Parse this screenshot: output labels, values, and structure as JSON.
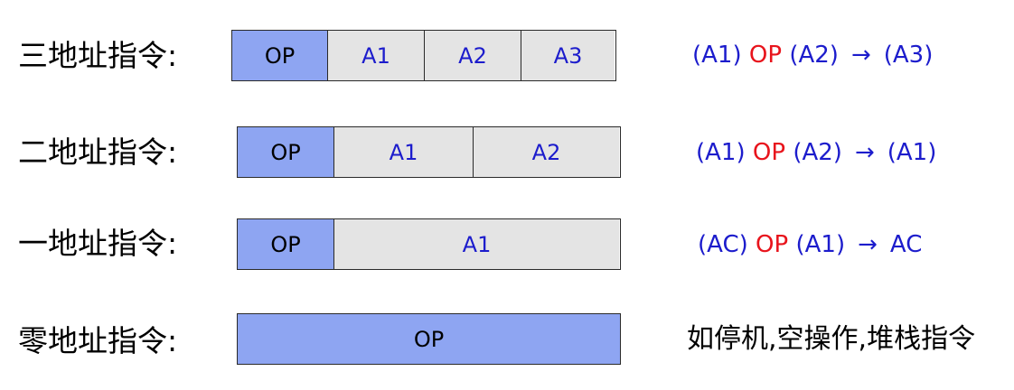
{
  "rows": [
    {
      "label": "三地址指令:",
      "fields": [
        "OP",
        "A1",
        "A2",
        "A3"
      ],
      "formula": {
        "a": "(A1)",
        "op": "OP",
        "b": "(A2)",
        "arrow": "→",
        "result": "(A3)"
      }
    },
    {
      "label": "二地址指令:",
      "fields": [
        "OP",
        "A1",
        "A2"
      ],
      "formula": {
        "a": "(A1)",
        "op": "OP",
        "b": "(A2)",
        "arrow": "→",
        "result": "(A1)"
      }
    },
    {
      "label": "一地址指令:",
      "fields": [
        "OP",
        "A1"
      ],
      "formula": {
        "a": "(AC)",
        "op": "OP",
        "b": "(A1)",
        "arrow": "→",
        "result": "AC"
      }
    },
    {
      "label": "零地址指令:",
      "fields": [
        "OP"
      ],
      "note": "如停机,空操作,堆栈指令"
    }
  ],
  "colors": {
    "op_fill": "#8ea5f2",
    "addr_fill": "#e4e4e4",
    "addr_text": "#1c1ccc",
    "op_word": "#e8141c"
  }
}
